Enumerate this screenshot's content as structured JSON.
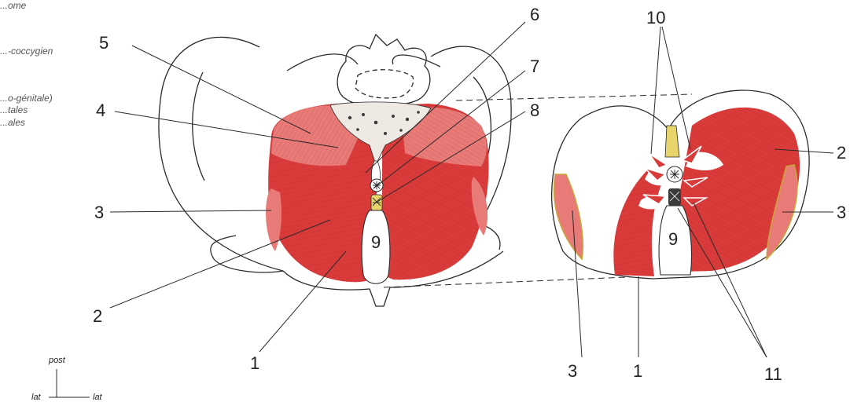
{
  "left_captions": [
    "...ome",
    "...-coccygien",
    "...o-génitale)",
    "...tales",
    "...ales"
  ],
  "left_figure": {
    "callouts": [
      "5",
      "4",
      "3",
      "2",
      "1",
      "6",
      "7",
      "8",
      "9"
    ]
  },
  "right_figure": {
    "callouts": [
      "10",
      "2",
      "3",
      "3",
      "1",
      "11",
      "9"
    ]
  },
  "orientation": {
    "post": "post",
    "lat_left": "lat",
    "lat_right": "lat"
  },
  "colors": {
    "muscle": "#d93a3a",
    "muscle_light": "#e87b78",
    "muscle_dark": "#b82424",
    "outline": "#2a2a2a",
    "tendon": "#e8d46a"
  }
}
